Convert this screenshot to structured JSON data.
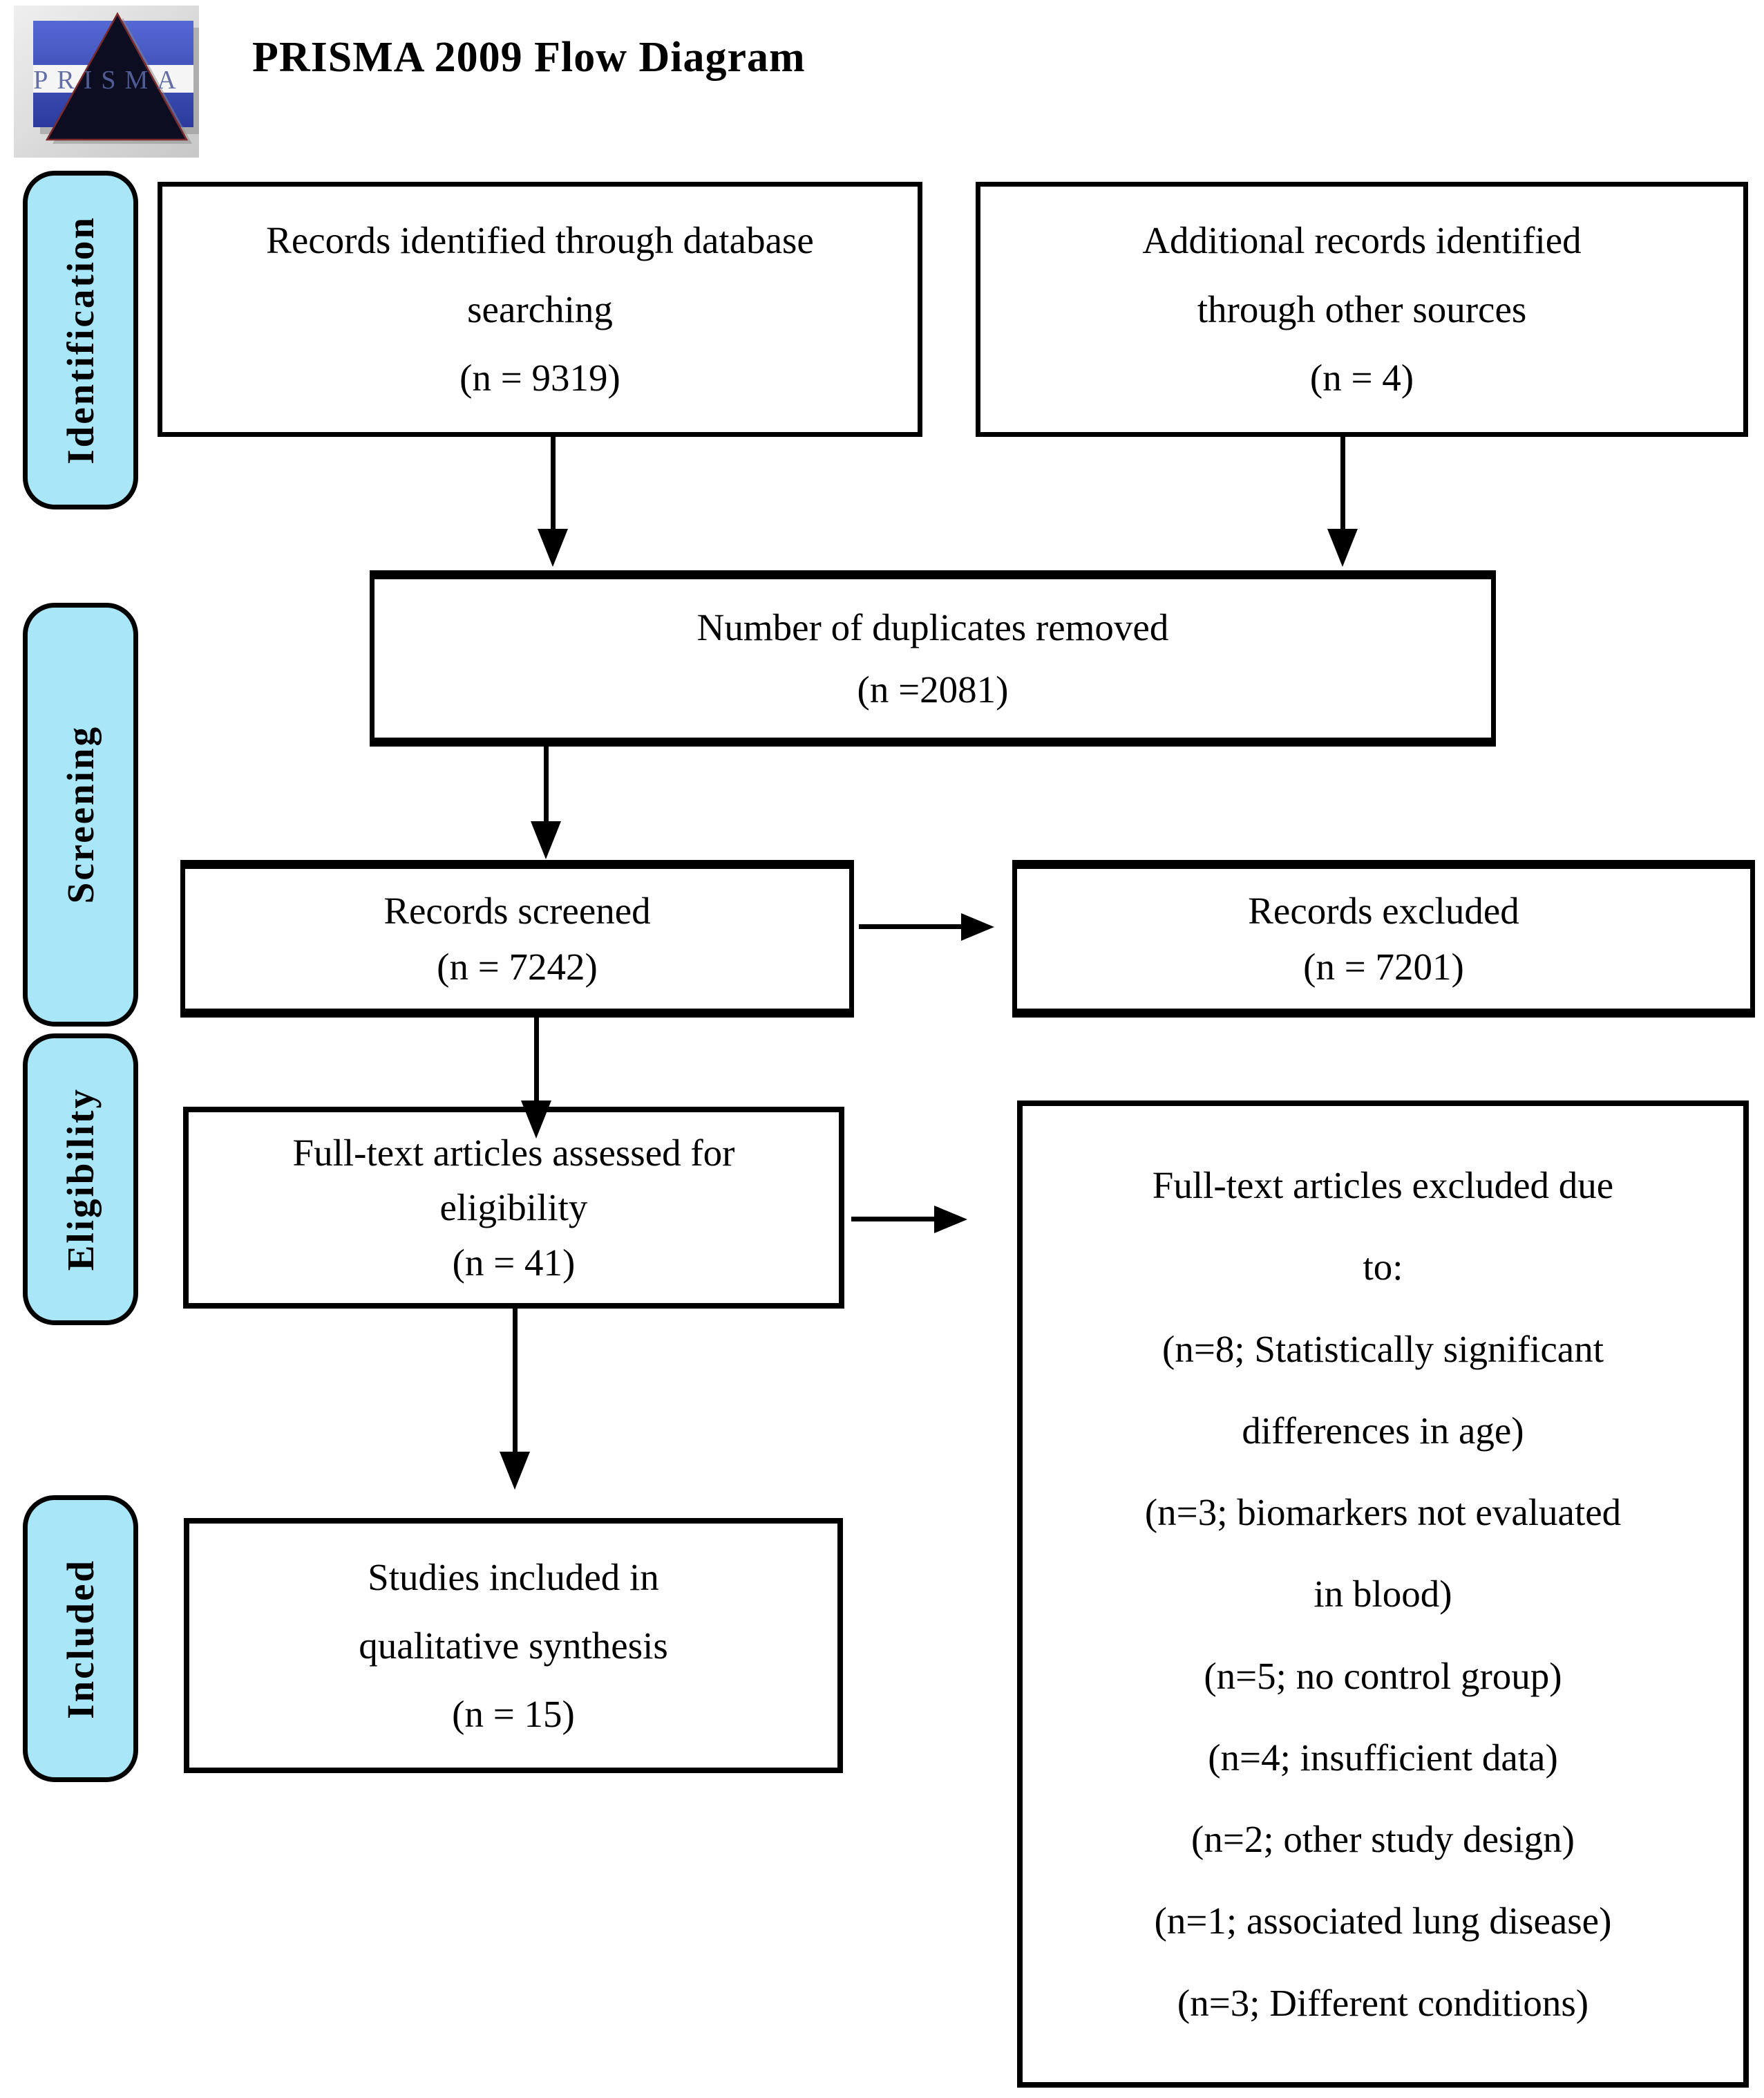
{
  "header": {
    "title": "PRISMA 2009 Flow Diagram",
    "logo_text": "PRISMA"
  },
  "colors": {
    "stage_fill": "#A9E6F7",
    "border": "#000000",
    "logo_blue_top": "#5568D4",
    "logo_blue_bottom": "#2B3A9C",
    "logo_triangle": "#0D0D22",
    "logo_triangle_outline": "#7B2B2B",
    "logo_letters": "#56639E"
  },
  "stages": {
    "identification": "Identification",
    "screening": "Screening",
    "eligibility": "Eligibility",
    "included": "Included"
  },
  "boxes": {
    "records_identified": {
      "lines": [
        "Records identified through database",
        "searching",
        "(n = 9319)"
      ]
    },
    "additional_records": {
      "lines": [
        "Additional records identified",
        "through other sources",
        "(n = 4)"
      ]
    },
    "duplicates_removed": {
      "lines": [
        "Number of duplicates removed",
        "(n =2081)"
      ]
    },
    "records_screened": {
      "lines": [
        "Records screened",
        "(n = 7242)"
      ]
    },
    "records_excluded": {
      "lines": [
        "Records excluded",
        "(n = 7201)"
      ]
    },
    "fulltext_assessed": {
      "lines": [
        "Full-text articles assessed for",
        "eligibility",
        "(n = 41)"
      ]
    },
    "studies_included": {
      "lines": [
        "Studies included in",
        "qualitative synthesis",
        "(n = 15)"
      ]
    },
    "fulltext_excluded": {
      "lines": [
        "Full-text articles excluded due",
        "to:",
        "(n=8; Statistically significant",
        "differences in age)",
        "(n=3; biomarkers not evaluated",
        "in blood)",
        "(n=5; no control group)",
        "(n=4; insufficient data)",
        "(n=2; other study design)",
        "(n=1; associated lung disease)",
        "(n=3; Different conditions)"
      ]
    }
  }
}
